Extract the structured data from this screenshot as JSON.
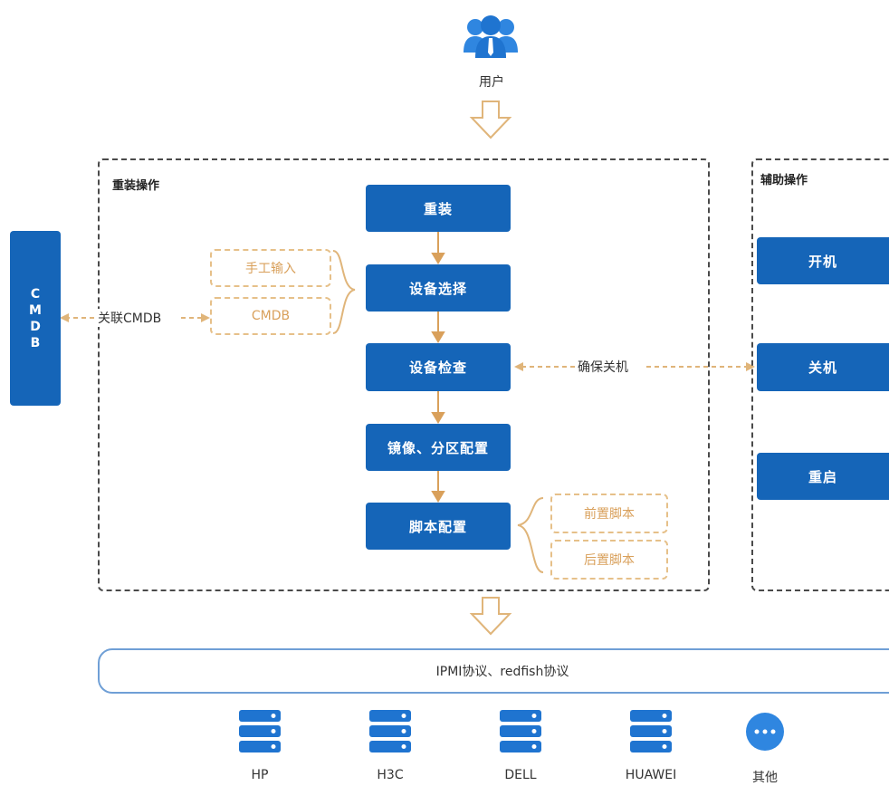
{
  "user": {
    "label": "用户",
    "icon": "user-group-icon"
  },
  "reinstall_group": {
    "title": "重装操作",
    "steps": [
      "重装",
      "设备选择",
      "设备检查",
      "镜像、分区配置",
      "脚本配置"
    ],
    "selection_sources": [
      "手工输入",
      "CMDB"
    ],
    "script_options": [
      "前置脚本",
      "后置脚本"
    ]
  },
  "aux_group": {
    "title": "辅助操作",
    "actions": [
      "开机",
      "关机",
      "重启"
    ]
  },
  "cmdb": {
    "letters": [
      "C",
      "M",
      "D",
      "B"
    ]
  },
  "links": {
    "cmdb_link": "关联CMDB",
    "ensure_off": "确保关机"
  },
  "protocol": {
    "label": "IPMI协议、redfish协议"
  },
  "vendors": [
    {
      "label": "HP",
      "icon": "server-icon"
    },
    {
      "label": "H3C",
      "icon": "server-icon"
    },
    {
      "label": "DELL",
      "icon": "server-icon"
    },
    {
      "label": "HUAWEI",
      "icon": "server-icon"
    },
    {
      "label": "其他",
      "icon": "more-icon"
    }
  ],
  "colors": {
    "primary": "#1565b8",
    "accent": "#e6c089",
    "accent_text": "#d9a05b",
    "outline": "#4a4a4a",
    "protocol_border": "#6f9fd6"
  }
}
